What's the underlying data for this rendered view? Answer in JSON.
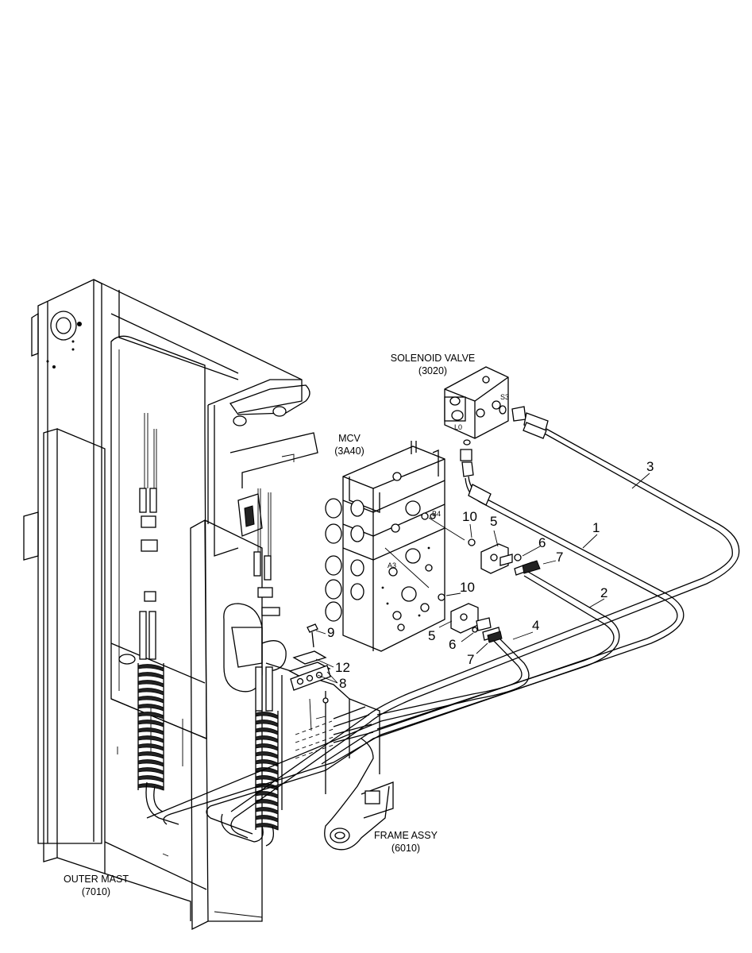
{
  "title": "",
  "components": {
    "solenoid_valve": {
      "name": "SOLENOID VALVE",
      "code": "(3020)"
    },
    "mcv": {
      "name": "MCV",
      "code": "(3A40)"
    },
    "frame_assy": {
      "name": "FRAME ASSY",
      "code": "(6010)"
    },
    "outer_mast": {
      "name": "OUTER MAST",
      "code": "(7010)"
    }
  },
  "ports": {
    "s3": "S3",
    "l0": "L0",
    "b4": "B4",
    "a3": "A3"
  },
  "callouts": {
    "c1": "1",
    "c2": "2",
    "c3": "3",
    "c4": "4",
    "c5a": "5",
    "c5b": "5",
    "c6a": "6",
    "c6b": "6",
    "c7a": "7",
    "c7b": "7",
    "c8": "8",
    "c9": "9",
    "c10a": "10",
    "c10b": "10",
    "c12": "12"
  }
}
